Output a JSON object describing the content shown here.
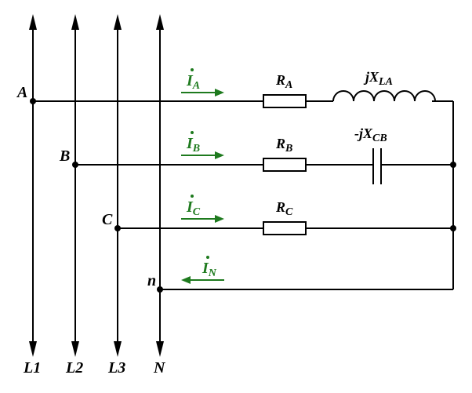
{
  "diagram": {
    "lines": {
      "L1": "L1",
      "L2": "L2",
      "L3": "L3",
      "N": "N"
    },
    "nodes": {
      "A": "A",
      "B": "B",
      "C": "C",
      "n": "n"
    },
    "currents": {
      "IA": {
        "main": "I",
        "sub": "A"
      },
      "IB": {
        "main": "I",
        "sub": "B"
      },
      "IC": {
        "main": "I",
        "sub": "C"
      },
      "IN": {
        "main": "I",
        "sub": "N"
      }
    },
    "components": {
      "RA": {
        "main": "R",
        "sub": "A"
      },
      "RB": {
        "main": "R",
        "sub": "B"
      },
      "RC": {
        "main": "R",
        "sub": "C"
      },
      "XLA": {
        "main": "jX",
        "sub": "LA"
      },
      "XCB": {
        "main": "-jX",
        "sub": "CB"
      }
    },
    "colors": {
      "wire": "#000000",
      "current": "#1e7a1e"
    }
  }
}
